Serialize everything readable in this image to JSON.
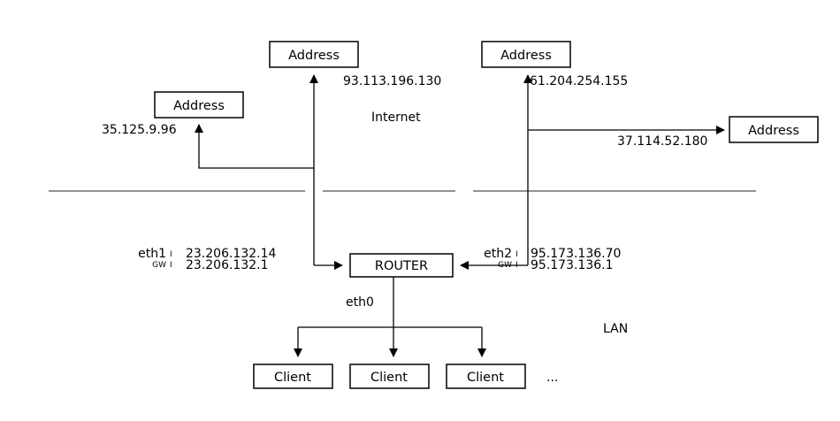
{
  "diagram": {
    "zones": {
      "internet": "Internet",
      "lan": "LAN"
    },
    "remote_hosts": [
      {
        "label": "Address",
        "ip": "93.113.196.130"
      },
      {
        "label": "Address",
        "ip": "35.125.9.96"
      },
      {
        "label": "Address",
        "ip": "61.204.254.155"
      },
      {
        "label": "Address",
        "ip": "37.114.52.180"
      }
    ],
    "router": {
      "label": "ROUTER",
      "lan_interface": "eth0",
      "uplinks": [
        {
          "iface": "eth1",
          "iface_mark": "I",
          "gw": "GW",
          "gw_mark": "I",
          "ip": "23.206.132.14",
          "gateway": "23.206.132.1"
        },
        {
          "iface": "eth2",
          "iface_mark": "I",
          "gw": "GW",
          "gw_mark": "I",
          "ip": "95.173.136.70",
          "gateway": "95.173.136.1"
        }
      ]
    },
    "clients": [
      {
        "label": "Client"
      },
      {
        "label": "Client"
      },
      {
        "label": "Client"
      }
    ],
    "more_clients": "..."
  }
}
